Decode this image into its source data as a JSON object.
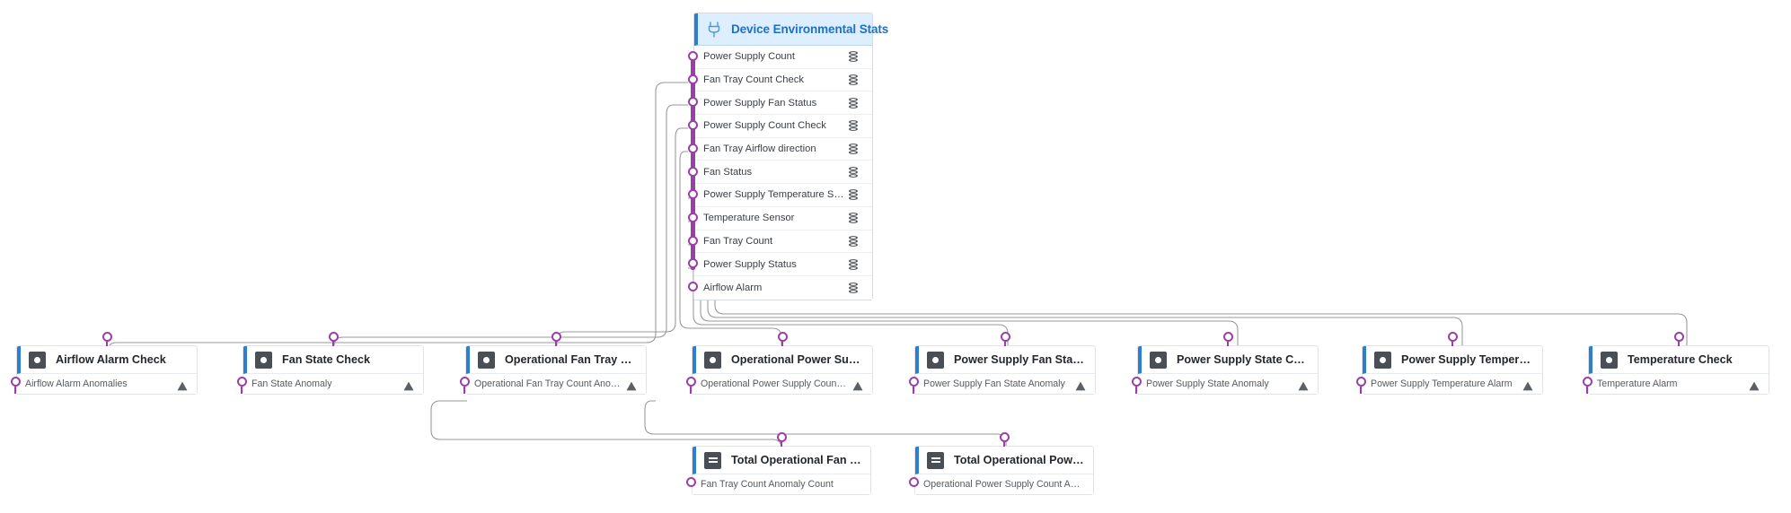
{
  "diagram": {
    "type": "data-lineage-graph",
    "accent_color": "#2d7dd2",
    "port_color": "#9b3fa8",
    "edge_color": "#9a9a9a",
    "header_bg": "#ddeeff"
  },
  "source_node": {
    "title": "Device Environmental Stats",
    "icon": "power-plug-icon",
    "row_icon": "database-icon",
    "rows": [
      {
        "label": "Power Supply Count"
      },
      {
        "label": "Fan Tray Count Check"
      },
      {
        "label": "Power Supply Fan Status"
      },
      {
        "label": "Power Supply Count Check"
      },
      {
        "label": "Fan Tray Airflow direction"
      },
      {
        "label": "Fan Status"
      },
      {
        "label": "Power Supply Temperature Sensor"
      },
      {
        "label": "Temperature Sensor"
      },
      {
        "label": "Fan Tray Count"
      },
      {
        "label": "Power Supply Status"
      },
      {
        "label": "Airflow Alarm"
      }
    ]
  },
  "check_cards": [
    {
      "title": "Airflow Alarm Check",
      "icon": "circle-square-icon",
      "row_label": "Airflow Alarm Anomalies",
      "row_icon": "warning-triangle-icon"
    },
    {
      "title": "Fan State Check",
      "icon": "circle-square-icon",
      "row_label": "Fan State Anomaly",
      "row_icon": "warning-triangle-icon"
    },
    {
      "title": "Operational Fan Tray Cou…",
      "icon": "circle-square-icon",
      "row_label": "Operational Fan Tray Count Ano…",
      "row_icon": "warning-triangle-icon"
    },
    {
      "title": "Operational Power Suppl…",
      "icon": "circle-square-icon",
      "row_label": "Operational Power Supply Coun…",
      "row_icon": "warning-triangle-icon"
    },
    {
      "title": "Power Supply Fan State C…",
      "icon": "circle-square-icon",
      "row_label": "Power Supply Fan State Anomaly",
      "row_icon": "warning-triangle-icon"
    },
    {
      "title": "Power Supply State Check",
      "icon": "circle-square-icon",
      "row_label": "Power Supply State Anomaly",
      "row_icon": "warning-triangle-icon"
    },
    {
      "title": "Power Supply Temperatu…",
      "icon": "circle-square-icon",
      "row_label": "Power Supply Temperature Alarm",
      "row_icon": "warning-triangle-icon"
    },
    {
      "title": "Temperature Check",
      "icon": "circle-square-icon",
      "row_label": "Temperature Alarm",
      "row_icon": "warning-triangle-icon"
    }
  ],
  "total_cards": [
    {
      "title": "Total Operational Fan Tra…",
      "icon": "bars-square-icon",
      "row_label": "Fan Tray Count Anomaly Count"
    },
    {
      "title": "Total Operational Power …",
      "icon": "bars-square-icon",
      "row_label": "Operational Power Supply Count A…"
    }
  ]
}
